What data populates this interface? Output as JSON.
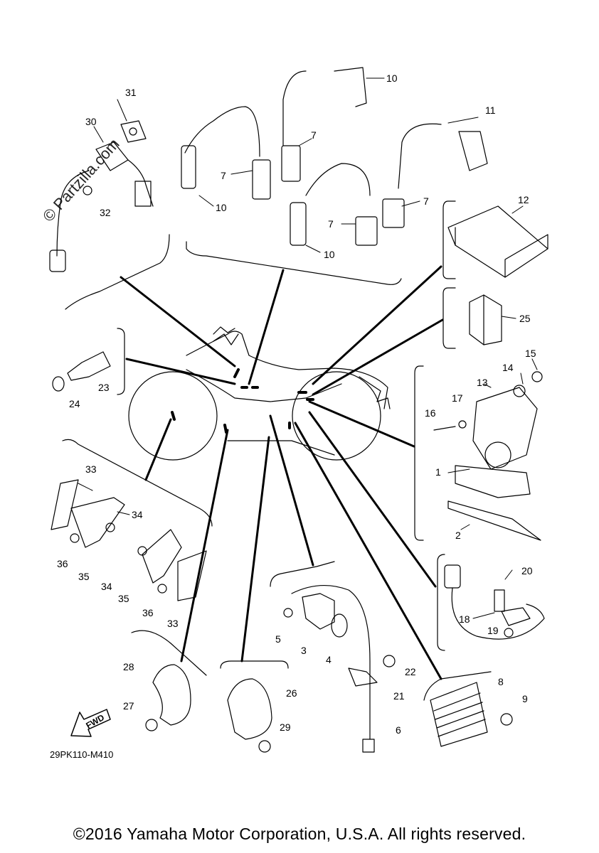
{
  "diagram_code": "29PK110-M410",
  "copyright": "©2016 Yamaha Motor Corporation, U.S.A. All rights reserved.",
  "watermark": "© Partzilla.com",
  "fwd_label": "FWD",
  "callouts": [
    {
      "id": "c1",
      "text": "1"
    },
    {
      "id": "c2",
      "text": "2"
    },
    {
      "id": "c3",
      "text": "3"
    },
    {
      "id": "c4",
      "text": "4"
    },
    {
      "id": "c5",
      "text": "5"
    },
    {
      "id": "c6",
      "text": "6"
    },
    {
      "id": "c7a",
      "text": "7"
    },
    {
      "id": "c7b",
      "text": "7"
    },
    {
      "id": "c7c",
      "text": "7"
    },
    {
      "id": "c7d",
      "text": "7"
    },
    {
      "id": "c8",
      "text": "8"
    },
    {
      "id": "c9",
      "text": "9"
    },
    {
      "id": "c10a",
      "text": "10"
    },
    {
      "id": "c10b",
      "text": "10"
    },
    {
      "id": "c10c",
      "text": "10"
    },
    {
      "id": "c11",
      "text": "11"
    },
    {
      "id": "c12",
      "text": "12"
    },
    {
      "id": "c13",
      "text": "13"
    },
    {
      "id": "c14",
      "text": "14"
    },
    {
      "id": "c15",
      "text": "15"
    },
    {
      "id": "c16",
      "text": "16"
    },
    {
      "id": "c17",
      "text": "17"
    },
    {
      "id": "c18",
      "text": "18"
    },
    {
      "id": "c19",
      "text": "19"
    },
    {
      "id": "c20",
      "text": "20"
    },
    {
      "id": "c21",
      "text": "21"
    },
    {
      "id": "c22",
      "text": "22"
    },
    {
      "id": "c23",
      "text": "23"
    },
    {
      "id": "c24",
      "text": "24"
    },
    {
      "id": "c25",
      "text": "25"
    },
    {
      "id": "c26",
      "text": "26"
    },
    {
      "id": "c27",
      "text": "27"
    },
    {
      "id": "c28",
      "text": "28"
    },
    {
      "id": "c29",
      "text": "29"
    },
    {
      "id": "c30",
      "text": "30"
    },
    {
      "id": "c31",
      "text": "31"
    },
    {
      "id": "c32",
      "text": "32"
    },
    {
      "id": "c33a",
      "text": "33"
    },
    {
      "id": "c33b",
      "text": "33"
    },
    {
      "id": "c34a",
      "text": "34"
    },
    {
      "id": "c34b",
      "text": "34"
    },
    {
      "id": "c35a",
      "text": "35"
    },
    {
      "id": "c35b",
      "text": "35"
    },
    {
      "id": "c36a",
      "text": "36"
    },
    {
      "id": "c36b",
      "text": "36"
    }
  ]
}
